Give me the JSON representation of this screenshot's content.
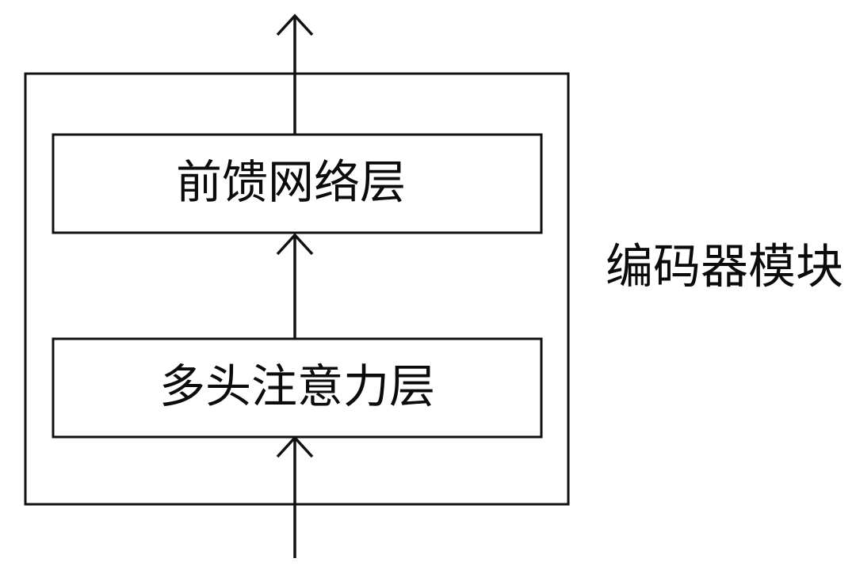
{
  "diagram": {
    "title": "编码器模块",
    "module_label": "编码器模块",
    "blocks": [
      {
        "id": "feed-forward",
        "label": "前馈网络层"
      },
      {
        "id": "multi-head-attention",
        "label": "多头注意力层"
      }
    ],
    "flows": [
      {
        "id": "input-arrow",
        "from": "input",
        "to": "multi-head-attention"
      },
      {
        "id": "attention-to-feedforward-arrow",
        "from": "multi-head-attention",
        "to": "feed-forward"
      },
      {
        "id": "output-arrow",
        "from": "feed-forward",
        "to": "output"
      }
    ],
    "colors": {
      "stroke": "#111111",
      "text": "#0b0b0b",
      "background": "#ffffff"
    }
  }
}
